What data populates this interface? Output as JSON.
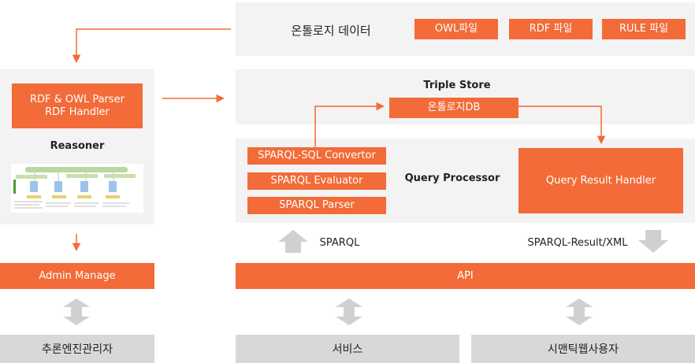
{
  "ontology_data": {
    "title": "온톨로지 데이터",
    "files": [
      "OWL파일",
      "RDF 파일",
      "RULE 파일"
    ]
  },
  "parser": {
    "label": "RDF & OWL Parser\nRDF Handler"
  },
  "reasoner": {
    "label": "Reasoner"
  },
  "triple_store": {
    "title": "Triple Store",
    "db_label": "온톨로지DB"
  },
  "query_processor": {
    "title": "Query Processor",
    "components": [
      "SPARQL-SQL Convertor",
      "SPARQL Evaluator",
      "SPARQL Parser"
    ],
    "result_handler": "Query Result  Handler"
  },
  "flows": {
    "sparql_in": "SPARQL",
    "result_out": "SPARQL-Result/XML"
  },
  "admin_manage": "Admin Manage",
  "api": "API",
  "actors": [
    "추론엔진관리자",
    "서비스",
    "시맨틱웹사용자"
  ],
  "colors": {
    "accent": "#f26b38",
    "panel": "#f3f3f3",
    "actor": "#d8d8d8",
    "arrow_grey": "#d0d0d0"
  }
}
